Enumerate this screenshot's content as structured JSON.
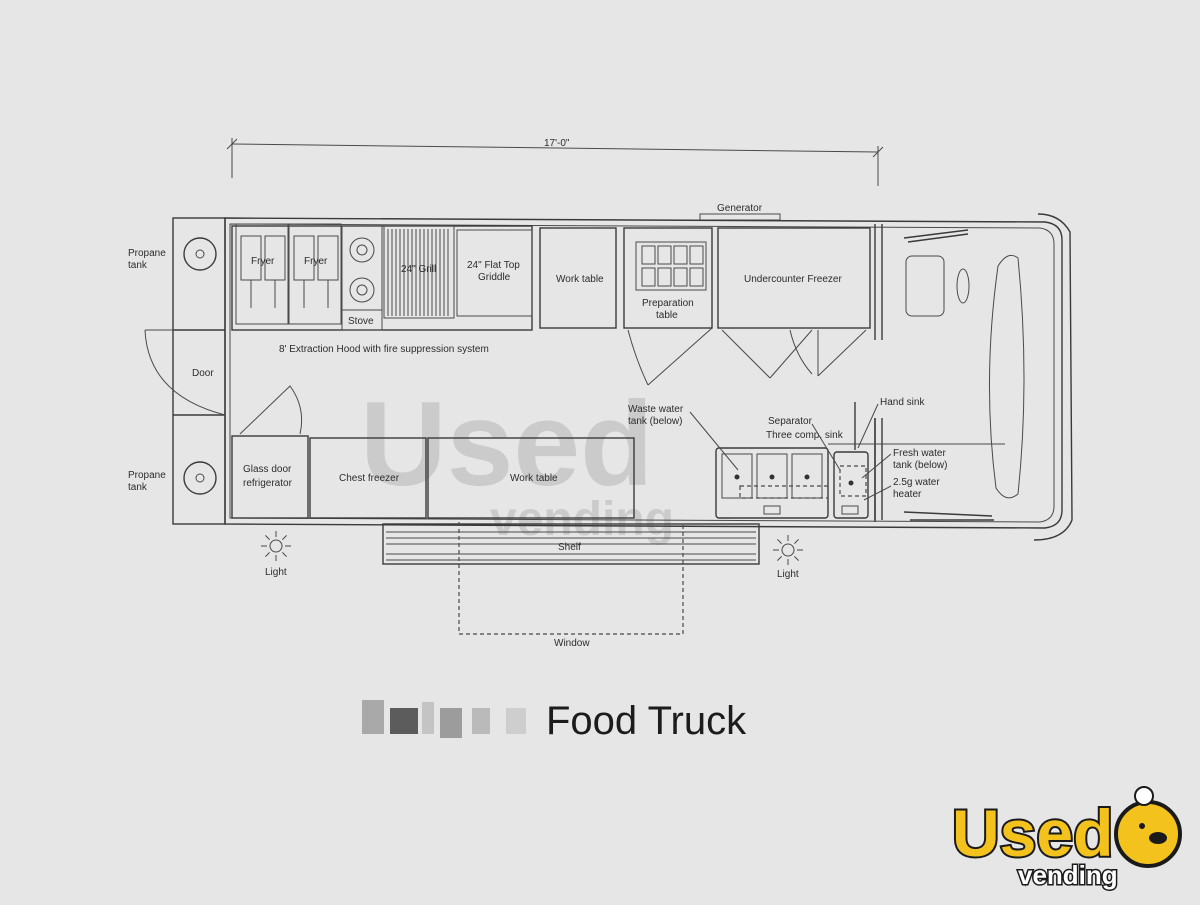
{
  "dimension": "17'-0\"",
  "labels": {
    "generator": "Generator",
    "propane_tank_top": [
      "Propane",
      "tank"
    ],
    "propane_tank_bottom": [
      "Propane",
      "tank"
    ],
    "door": "Door",
    "fryer_1": "Fryer",
    "fryer_2": "Fryer",
    "stove": "Stove",
    "grill": "24\" Grill",
    "griddle": [
      "24\" Flat Top",
      "Griddle"
    ],
    "work_table_top": "Work table",
    "prep_table": [
      "Preparation",
      "table"
    ],
    "undercounter_freezer": "Undercounter Freezer",
    "extraction_hood": "8' Extraction Hood with fire suppression system",
    "glass_door_fridge": [
      "Glass door",
      "refrigerator"
    ],
    "chest_freezer": "Chest freezer",
    "work_table_bottom": "Work table",
    "waste_water": [
      "Waste water",
      "tank (below)"
    ],
    "separator": "Separator",
    "three_comp_sink": "Three comp. sink",
    "hand_sink": "Hand sink",
    "fresh_water": [
      "Fresh water",
      "tank (below)"
    ],
    "water_heater": [
      "2.5g water",
      "heater"
    ],
    "shelf": "Shelf",
    "window": "Window",
    "light_left": "Light",
    "light_right": "Light"
  },
  "title": "Food Truck",
  "watermark": {
    "big": "Used",
    "small": "vending"
  },
  "logo": {
    "line1": "Used",
    "line2": "vending"
  },
  "colors": {
    "logo_yellow": "#f4c21c",
    "logo_black": "#1a1a1a",
    "paper": "#e6e6e6"
  }
}
